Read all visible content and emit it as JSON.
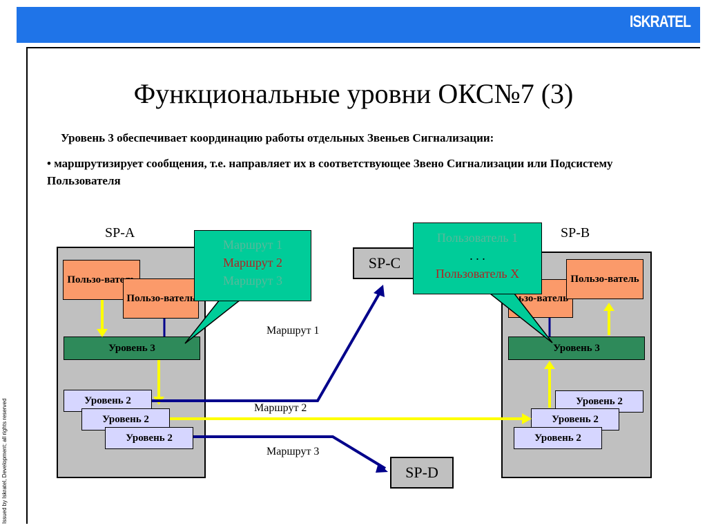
{
  "brand": {
    "logo": "ISKRATEL",
    "bar_color": "#1f74e8"
  },
  "side_note": "Issued by Iskratel, Development; all rights reserved",
  "title": "Функциональные уровни ОКС№7 (3)",
  "subtitle": "Уровень 3 обеспечивает координацию работы отдельных Звеньев Сигнализации:",
  "bullet": "• маршрутизирует сообщения, т.е. направляет их в соответствующее Звено Сигнализации или Подсистему Пользователя",
  "nodes": {
    "sp_a": {
      "label": "SP-A",
      "user": "Пользо-ватель",
      "level3": "Уровень 3",
      "level2": "Уровень 2"
    },
    "sp_b": {
      "label": "SP-B",
      "user": "Пользо-ватель",
      "user_partial": "ьзо-ватель",
      "level3": "Уровень 3",
      "level2": "Уровень 2"
    },
    "sp_c": "SP-C",
    "sp_d": "SP-D"
  },
  "callouts": {
    "left": {
      "line1": "Маршрут 1",
      "line2": "Маршрут 2",
      "line3": "Маршрут 3"
    },
    "right": {
      "line1": "Пользователь 1",
      "line2": ". . .",
      "line3": "Пользователь X"
    }
  },
  "routes": {
    "r1": "Маршрут 1",
    "r2": "Маршрут 2",
    "r3": "Маршрут 3"
  },
  "colors": {
    "gray": "#c0c0c0",
    "user": "#fb9a6a",
    "level3": "#2e8a5a",
    "level2": "#d6d6ff",
    "callout": "#00cc99",
    "route_blue": "#00008b",
    "route_yellow": "#ffff00",
    "muted_text": "#5ab89a",
    "highlight_text": "#b22222"
  }
}
